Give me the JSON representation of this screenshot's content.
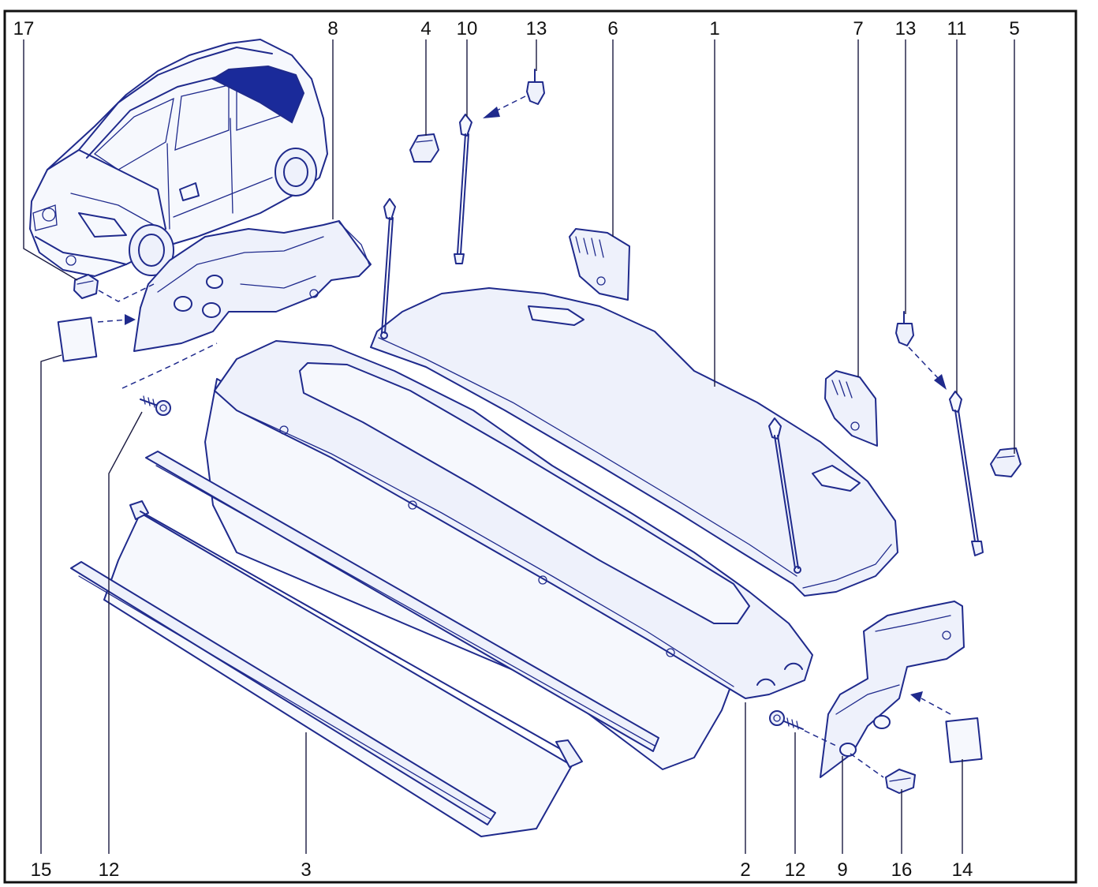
{
  "diagram": {
    "colors": {
      "line": "#1f2a8c",
      "highlight": "#1a2a9a",
      "frame": "#111111",
      "label": "#111111"
    },
    "labels": {
      "top": [
        "17",
        "8",
        "4",
        "10",
        "13",
        "6",
        "1",
        "7",
        "13",
        "11",
        "5"
      ],
      "bottom": [
        "15",
        "12",
        "3",
        "2",
        "12",
        "9",
        "16",
        "14"
      ]
    }
  }
}
